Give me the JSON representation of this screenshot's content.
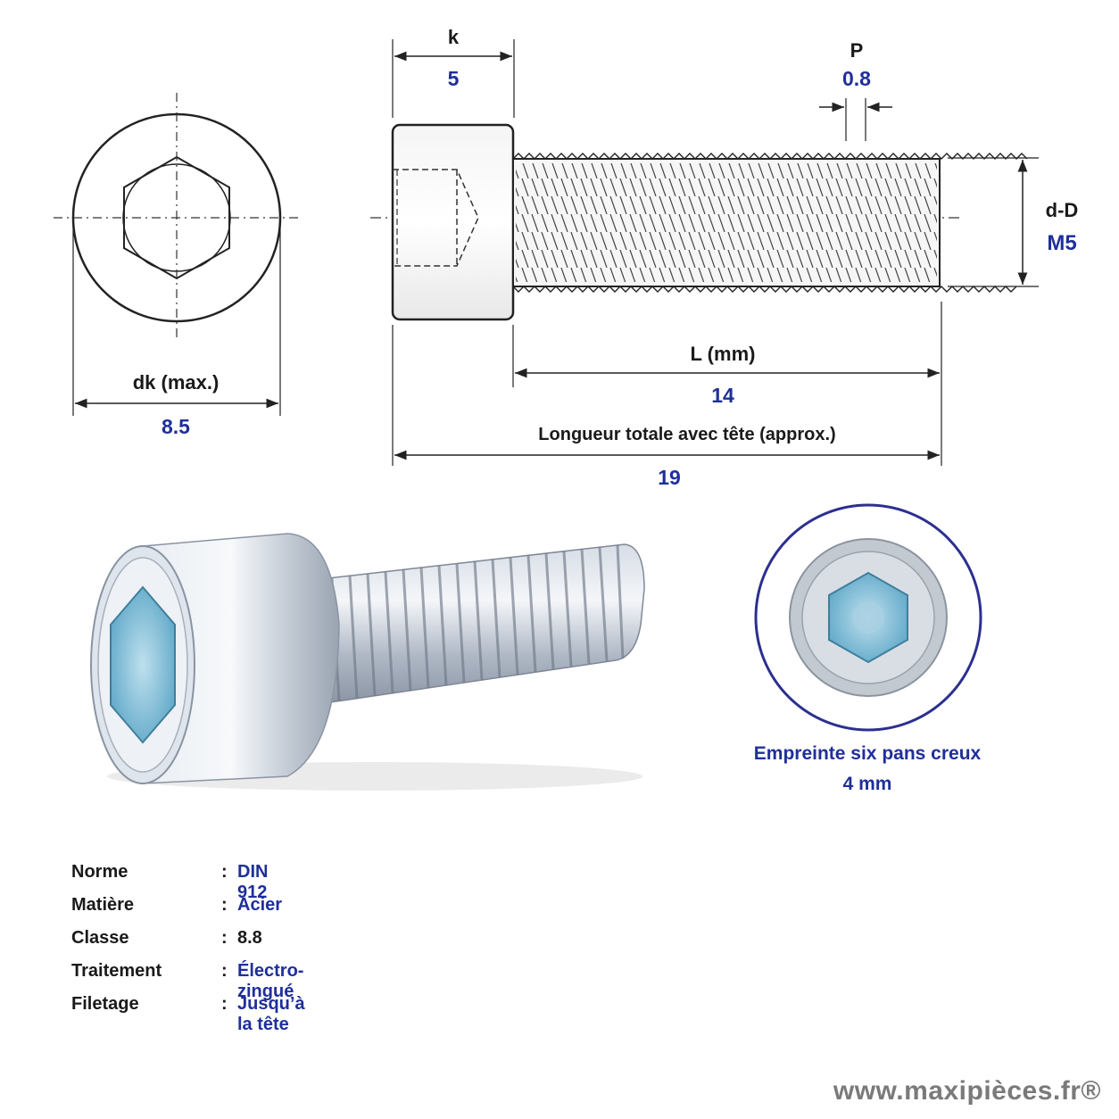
{
  "colors": {
    "accent": "#1f2f9a",
    "label": "#1a1a1a",
    "brand": "#7a7a7a"
  },
  "dimensions": {
    "k": {
      "label": "k",
      "value": "5"
    },
    "pitch": {
      "label": "P",
      "value": "0.8"
    },
    "diameter": {
      "label": "d-D",
      "value": "M5"
    },
    "head_diameter": {
      "label": "dk (max.)",
      "value": "8.5"
    },
    "length": {
      "label": "L (mm)",
      "value": "14"
    },
    "total_length": {
      "label": "Longueur totale avec tête (approx.)",
      "value": "19"
    }
  },
  "hex_socket": {
    "label": "Empreinte six pans creux",
    "value": "4 mm"
  },
  "specs": [
    {
      "key": "Norme",
      "value": "DIN 912",
      "accent": true
    },
    {
      "key": "Matière",
      "value": "Acier",
      "accent": true
    },
    {
      "key": "Classe",
      "value": "8.8",
      "accent": false
    },
    {
      "key": "Traitement",
      "value": "Électro-zingué",
      "accent": true
    },
    {
      "key": "Filetage",
      "value": "Jusqu’à la tête",
      "accent": true
    }
  ],
  "spec_separator": ":",
  "brand": "www.maxipièces.fr®"
}
